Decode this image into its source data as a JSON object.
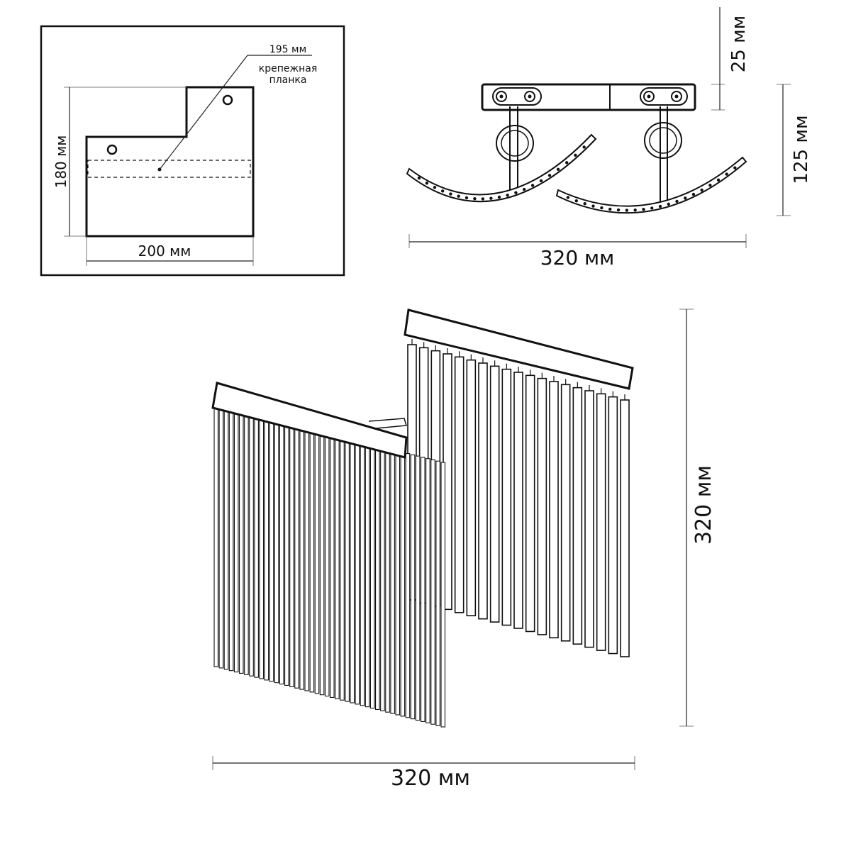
{
  "top_view": {
    "label_bar_length": "195 мм",
    "label_bar_name_line1": "крепежная",
    "label_bar_name_line2": "планка",
    "height": "180 мм",
    "width": "200 мм"
  },
  "side_view": {
    "plate_height": "25 мм",
    "total_height": "125 мм",
    "width": "320 мм"
  },
  "main_view": {
    "height": "320 мм",
    "width": "320 мм"
  }
}
